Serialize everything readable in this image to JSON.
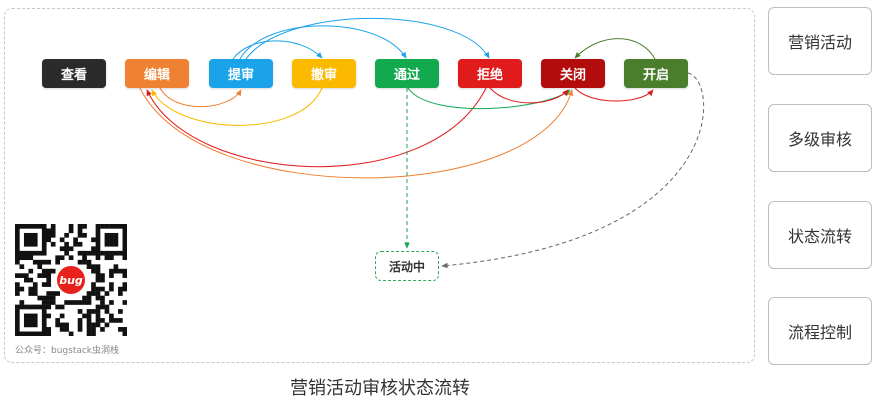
{
  "diagram": {
    "caption": "营销活动审核状态流转",
    "nodes": [
      {
        "id": "view",
        "label": "查看",
        "color": "#2b2b2b"
      },
      {
        "id": "edit",
        "label": "编辑",
        "color": "#ef8132"
      },
      {
        "id": "submit",
        "label": "提审",
        "color": "#1aa3e8"
      },
      {
        "id": "revoke",
        "label": "撤审",
        "color": "#fbb900"
      },
      {
        "id": "pass",
        "label": "通过",
        "color": "#13a94f"
      },
      {
        "id": "reject",
        "label": "拒绝",
        "color": "#e01b1b"
      },
      {
        "id": "close",
        "label": "关闭",
        "color": "#b30c0c"
      },
      {
        "id": "open",
        "label": "开启",
        "color": "#4a7d2c"
      }
    ],
    "active_node": {
      "id": "active",
      "label": "活动中"
    },
    "edges": [
      {
        "from": "submit",
        "to": "revoke",
        "color": "#1aa3e8",
        "style": "solid"
      },
      {
        "from": "submit",
        "to": "pass",
        "color": "#1aa3e8",
        "style": "solid"
      },
      {
        "from": "submit",
        "to": "reject",
        "color": "#1aa3e8",
        "style": "solid"
      },
      {
        "from": "edit",
        "to": "submit",
        "color": "#ef8132",
        "style": "solid"
      },
      {
        "from": "revoke",
        "to": "edit",
        "color": "#fbb900",
        "style": "solid"
      },
      {
        "from": "reject",
        "to": "edit",
        "color": "#e01b1b",
        "style": "solid"
      },
      {
        "from": "pass",
        "to": "close",
        "color": "#13a94f",
        "style": "solid"
      },
      {
        "from": "reject",
        "to": "close",
        "color": "#e01b1b",
        "style": "solid"
      },
      {
        "from": "edit",
        "to": "close",
        "color": "#ef8132",
        "style": "solid"
      },
      {
        "from": "close",
        "to": "open",
        "color": "#e01b1b",
        "style": "solid"
      },
      {
        "from": "open",
        "to": "close",
        "color": "#4a7d2c",
        "style": "solid"
      },
      {
        "from": "pass",
        "to": "active",
        "color": "#13a94f",
        "style": "dashed"
      },
      {
        "from": "open",
        "to": "active",
        "color": "#666666",
        "style": "dashed"
      }
    ]
  },
  "side_labels": [
    "营销活动",
    "多级审核",
    "状态流转",
    "流程控制"
  ],
  "qr": {
    "caption": "公众号：bugstack虫洞栈",
    "badge_text": "bug"
  }
}
